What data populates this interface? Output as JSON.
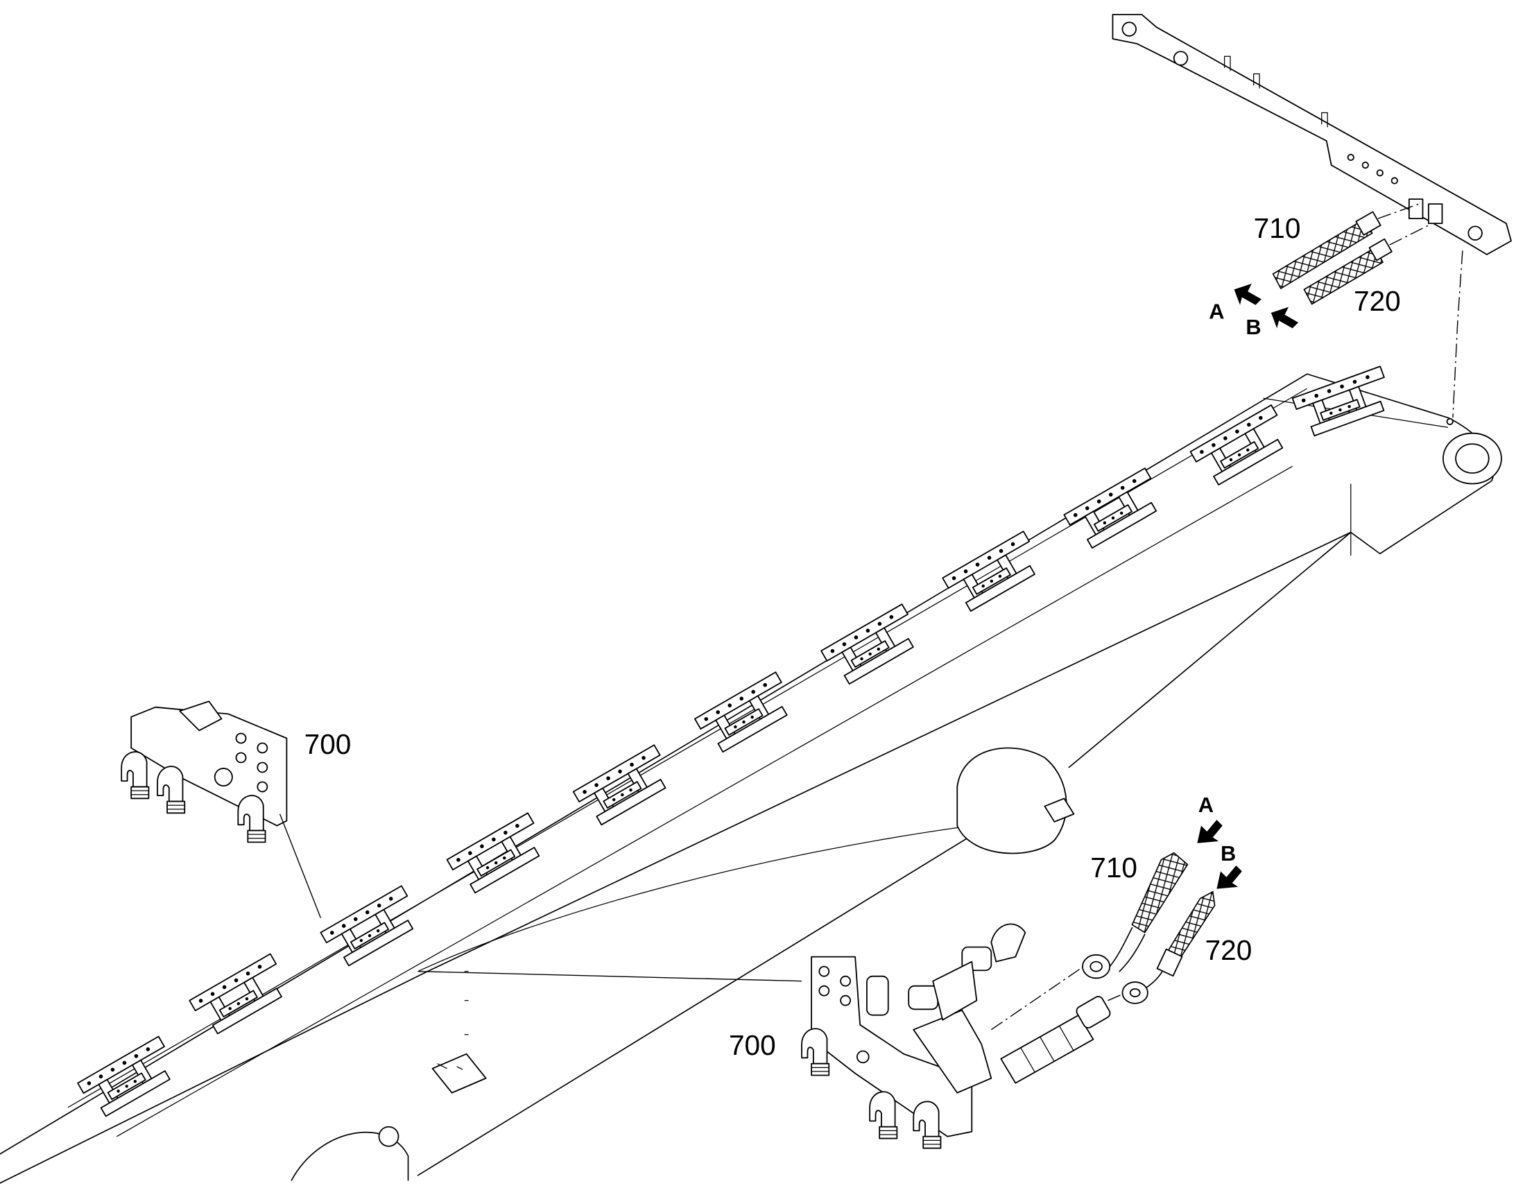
{
  "callouts": {
    "hose_710_top": "710",
    "hose_720_top": "720",
    "arrow_a_top": "A",
    "arrow_b_top": "B",
    "bracket_700_left": "700",
    "bracket_700_bottom": "700",
    "hose_710_bottom": "710",
    "hose_720_bottom": "720",
    "arrow_a_bottom": "A",
    "arrow_b_bottom": "B"
  },
  "colors": {
    "line": "#000000",
    "background": "#ffffff"
  }
}
